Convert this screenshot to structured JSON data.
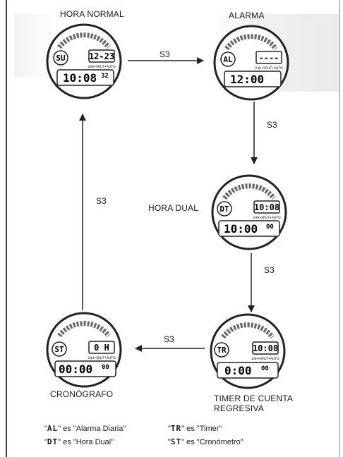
{
  "modes": {
    "normal": {
      "title": "HORA NORMAL",
      "badge": "SU",
      "top_display": "12-23",
      "main_display": "10:08",
      "seconds": "32",
      "sub_label": "24H•SPLIT•AUTO"
    },
    "alarm": {
      "title": "ALARMA",
      "badge": "AL",
      "top_display": "----",
      "main_display": "12:00",
      "sub_label": "24H•SPLIT•AUTO"
    },
    "dual": {
      "title": "HORA DUAL",
      "badge": "DT",
      "top_display": "10:08",
      "main_display": "10:00",
      "seconds": "00",
      "sub_label": "24H•SPLIT•AUTO"
    },
    "timer": {
      "title_line1": "TIMER DE CUENTA",
      "title_line2": "REGRESIVA",
      "badge": "TR",
      "top_display": "10:08",
      "main_display": "0:00",
      "seconds": "00",
      "sub_label": "24H•SPLIT•AUTO"
    },
    "chrono": {
      "title": "CRONÓGRAFO",
      "badge": "ST",
      "top_display": "0 H",
      "main_display": "00:00",
      "seconds": "00",
      "sub_label": "24H•SPLIT•AUTO"
    }
  },
  "transitions": {
    "normal_to_alarm": "S3",
    "alarm_to_dual": "S3",
    "dual_to_timer": "S3",
    "timer_to_chrono": "S3",
    "chrono_to_normal": "S3"
  },
  "legend": [
    {
      "code": "AL",
      "text": "es \"Alarma Diaria\""
    },
    {
      "code": "TR",
      "text": "es \"Timer\""
    },
    {
      "code": "DT",
      "text": "es \"Hora Dual\""
    },
    {
      "code": "ST",
      "text": "es \"Cronómetro\""
    }
  ]
}
